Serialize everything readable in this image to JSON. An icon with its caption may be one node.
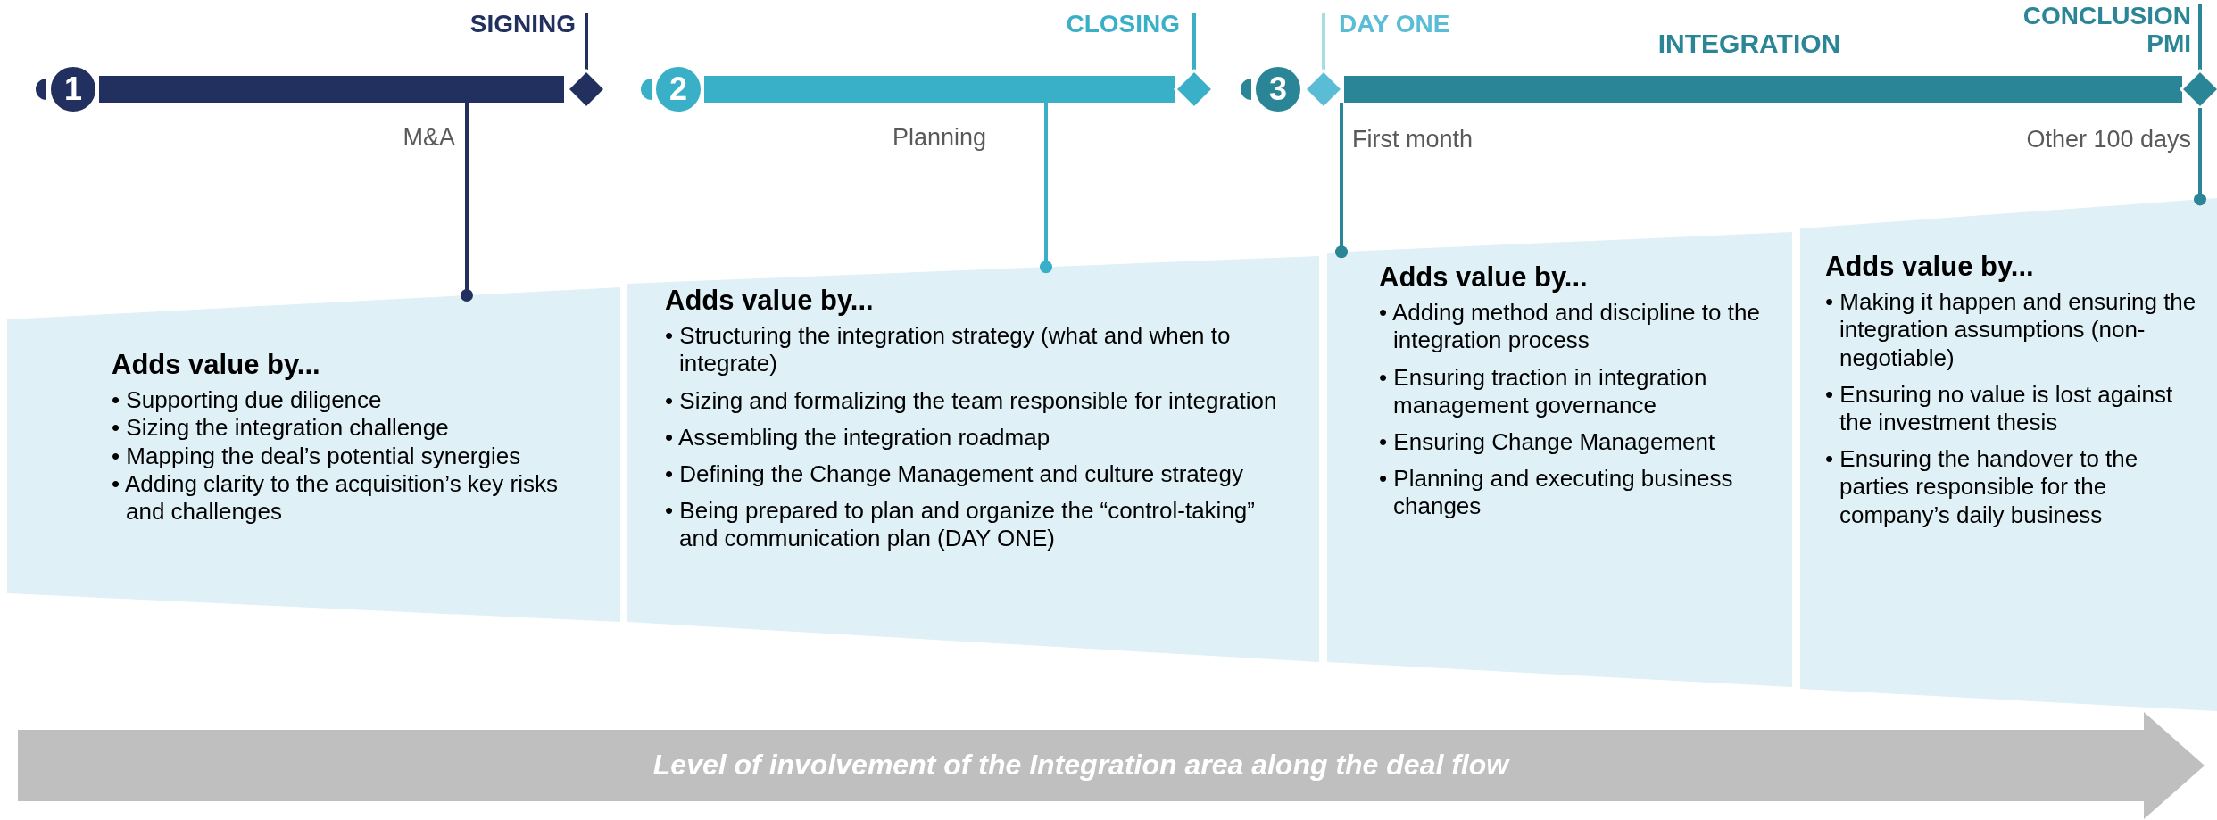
{
  "diagram": {
    "nodes": [
      {
        "text": [
          "SIGNING"
        ]
      },
      {
        "text": [
          "CLOSING"
        ]
      },
      {
        "text": [
          "DAY ONE"
        ]
      },
      {
        "text": [
          "CONCLUSION PMI"
        ]
      },
      {
        "text": [
          "1"
        ],
        "beside": [
          "M&A"
        ]
      },
      {
        "text": [
          "2"
        ],
        "beside": [
          "Planning"
        ]
      },
      {
        "text": [
          "3"
        ],
        "beside": [
          "INTEGRATION",
          "First month",
          "Other 100 days"
        ]
      },
      {
        "text": [
          "Adds value by...",
          "• Supporting due diligence",
          "• Sizing the integration challenge",
          "• Mapping the deal’s potential synergies",
          "• Adding clarity to the acquisition’s key risks and challenges"
        ]
      },
      {
        "text": [
          "Adds value by...",
          "• Structuring the integration strategy (what and when to integrate)",
          "• Sizing and formalizing the team responsible for integration",
          "• Assembling the integration roadmap",
          "• Defining the Change Management and culture strategy",
          "• Being prepared to plan and organize the “control-taking” and communication plan (DAY ONE)"
        ]
      },
      {
        "text": [
          "Adds value by...",
          "• Adding method and discipline to the integration process",
          "• Ensuring traction in integration management governance",
          "• Ensuring Change Management",
          "• Planning and executing business changes"
        ]
      },
      {
        "text": [
          "Adds value by...",
          "• Making it happen and ensuring the integration assumptions (non-negotiable)",
          "• Ensuring no value is lost against the investment thesis",
          "• Ensuring the handover to the parties responsible for the company’s daily business"
        ]
      },
      {
        "text": [
          "Level of involvement of the Integration area along the deal flow"
        ]
      }
    ],
    "edges": [
      {
        "from": 4,
        "to": 7,
        "arrow": "other",
        "color": "#22305f"
      },
      {
        "from": 5,
        "to": 8,
        "arrow": "other",
        "color": "#3ab0c8"
      },
      {
        "from": 6,
        "to": 9,
        "arrow": "other"
      },
      {
        "from": 3,
        "to": 10,
        "arrow": "other"
      }
    ]
  }
}
